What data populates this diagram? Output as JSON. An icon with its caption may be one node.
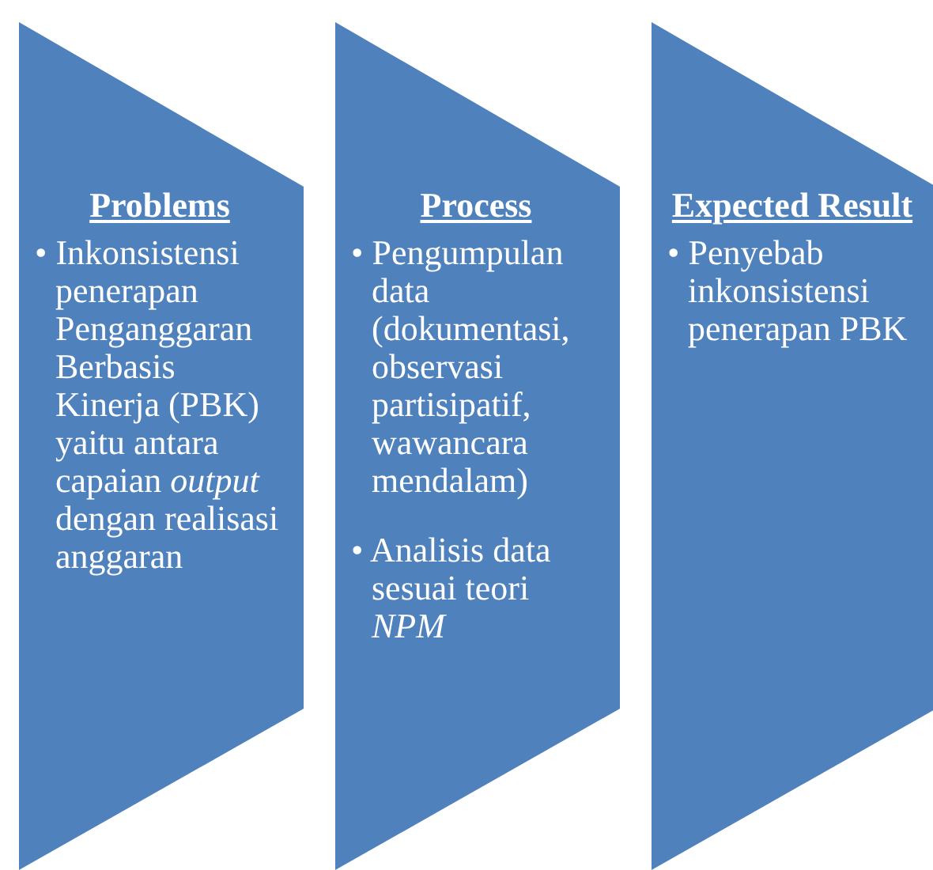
{
  "diagram": {
    "nodes": [
      {
        "text": [
          "Problems",
          "• Inkonsistensi penerapan Penganggaran Berbasis Kinerja (PBK) yaitu antara capaian *output* dengan realisasi anggaran"
        ]
      },
      {
        "text": [
          "Process",
          "• Pengumpulan data (dokumentasi, observasi partisipatif, wawancara mendalam)",
          "• Analisis data sesuai teori *NPM*"
        ]
      },
      {
        "text": [
          "Expected Result",
          "• Penyebab inkonsistensi penerapan PBK"
        ]
      }
    ],
    "edges": []
  }
}
